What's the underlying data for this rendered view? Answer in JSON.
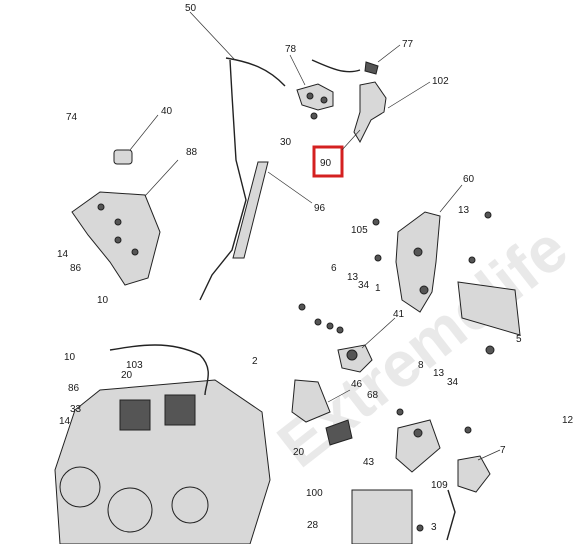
{
  "watermark": "Extremelife",
  "callouts": {
    "c50": "50",
    "c78": "78",
    "c77": "77",
    "c102": "102",
    "c40": "40",
    "c74": "74",
    "c30": "30",
    "c88": "88",
    "c90": "90",
    "c96": "96",
    "c60": "60",
    "c13a": "13",
    "c105": "105",
    "c14a": "14",
    "c86a": "86",
    "c6a": "6",
    "c13b": "13",
    "c34a": "34",
    "c1": "1",
    "c10a": "10",
    "c5": "5",
    "c41": "41",
    "c10b": "10",
    "c103": "103",
    "c20a": "20",
    "c2": "2",
    "c86b": "86",
    "c8": "8",
    "c13c": "13",
    "c34b": "34",
    "c33": "33",
    "c46": "46",
    "c68": "68",
    "c14b": "14",
    "c12": "12",
    "c7": "7",
    "c20b": "20",
    "c43": "43",
    "c100": "100",
    "c109": "109",
    "c28": "28",
    "c3": "3"
  },
  "highlight_color": "#d42020"
}
